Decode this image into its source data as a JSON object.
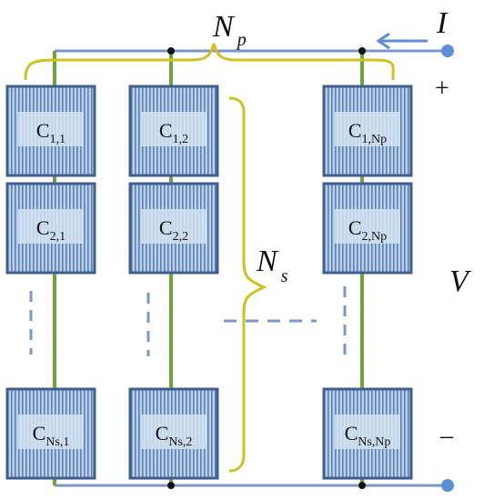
{
  "diagram": {
    "labels": {
      "parallel_count": {
        "base": "N",
        "sub": "p"
      },
      "series_count": {
        "base": "N",
        "sub": "s"
      },
      "current": "I",
      "voltage": "V",
      "plus": "+",
      "minus": "–"
    },
    "cells": [
      {
        "row": 0,
        "col": 0,
        "base": "C",
        "sub": "1,1"
      },
      {
        "row": 0,
        "col": 1,
        "base": "C",
        "sub": "1,2"
      },
      {
        "row": 0,
        "col": 2,
        "base": "C",
        "sub": "1,Np"
      },
      {
        "row": 1,
        "col": 0,
        "base": "C",
        "sub": "2,1"
      },
      {
        "row": 1,
        "col": 1,
        "base": "C",
        "sub": "2,2"
      },
      {
        "row": 1,
        "col": 2,
        "base": "C",
        "sub": "2,Np"
      },
      {
        "row": 2,
        "col": 0,
        "base": "C",
        "sub": "Ns,1"
      },
      {
        "row": 2,
        "col": 1,
        "base": "C",
        "sub": "Ns,2"
      },
      {
        "row": 2,
        "col": 2,
        "base": "C",
        "sub": "Ns,Np"
      }
    ],
    "colors": {
      "wire": "#7b96cc",
      "column_wire": "#6ea43a",
      "brace": "#cfc21e",
      "cell_fill": "#b9d0e8",
      "cell_border": "#3f5f90",
      "cell_stripe": "#5d7fb2",
      "terminal": "#5b8fd6",
      "dash": "#7b96cc",
      "junction": "#111111"
    }
  }
}
